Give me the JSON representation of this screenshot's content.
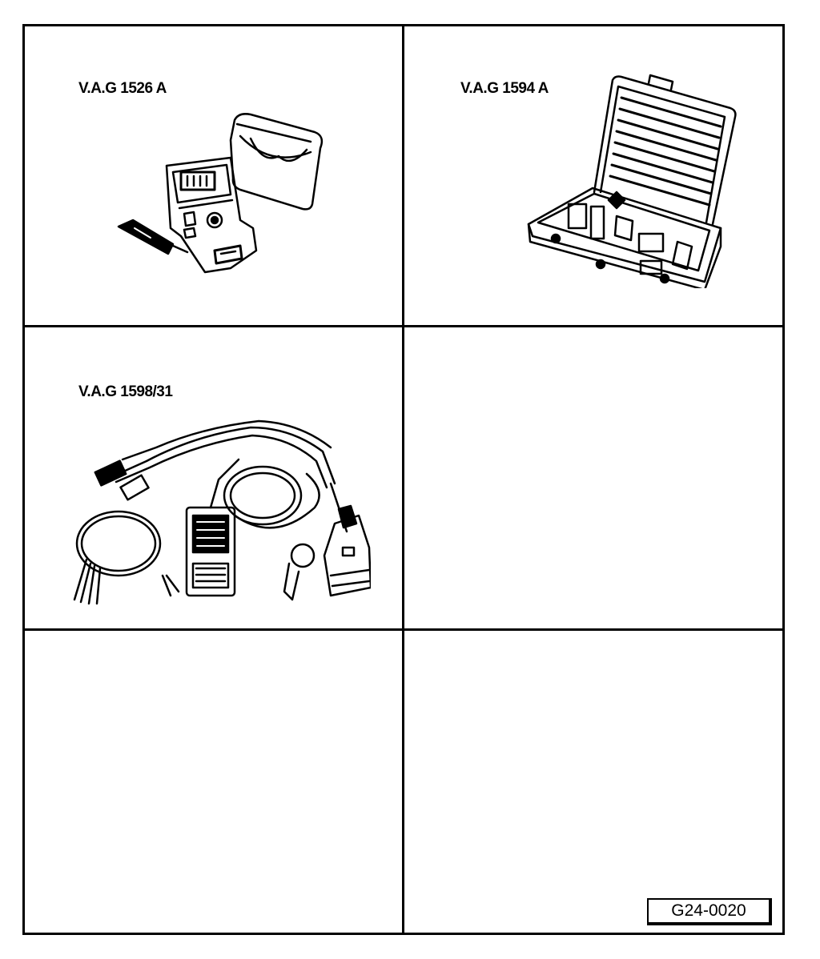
{
  "cells": [
    {
      "label": "V.A.G 1526 A",
      "icon": "multimeter-with-pouch-illustration"
    },
    {
      "label": "V.A.G 1594 A",
      "icon": "adapter-case-illustration"
    },
    {
      "label": "V.A.G 1598/31",
      "icon": "test-box-cable-harness-illustration"
    },
    {
      "label": ""
    },
    {
      "label": ""
    },
    {
      "label": ""
    }
  ],
  "figure_code": "G24-0020"
}
